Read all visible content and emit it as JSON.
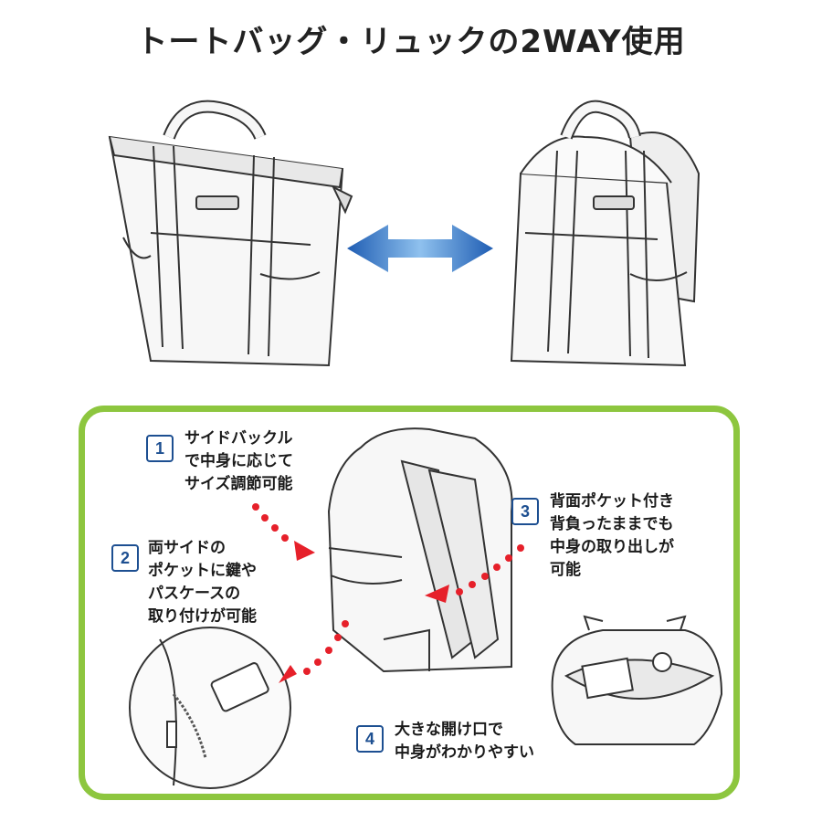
{
  "title": "トートバッグ・リュックの2WAY使用",
  "colors": {
    "panel_border": "#8dc63f",
    "number_box": "#1d4f91",
    "arrow_blue": "#2a6fc4",
    "dot_red": "#e6202a"
  },
  "features": [
    {
      "number": "1",
      "lines": [
        "サイドバックル",
        "で中身に応じて",
        "サイズ調節可能"
      ]
    },
    {
      "number": "2",
      "lines": [
        "両サイドの",
        "ポケットに鍵や",
        "パスケースの",
        "取り付けが可能"
      ]
    },
    {
      "number": "3",
      "lines": [
        "背面ポケット付き",
        "背負ったままでも",
        "中身の取り出しが",
        "可能"
      ]
    },
    {
      "number": "4",
      "lines": [
        "大きな開け口で",
        "中身がわかりやすい"
      ]
    }
  ],
  "icons": {
    "swap": "double-arrow-icon"
  }
}
